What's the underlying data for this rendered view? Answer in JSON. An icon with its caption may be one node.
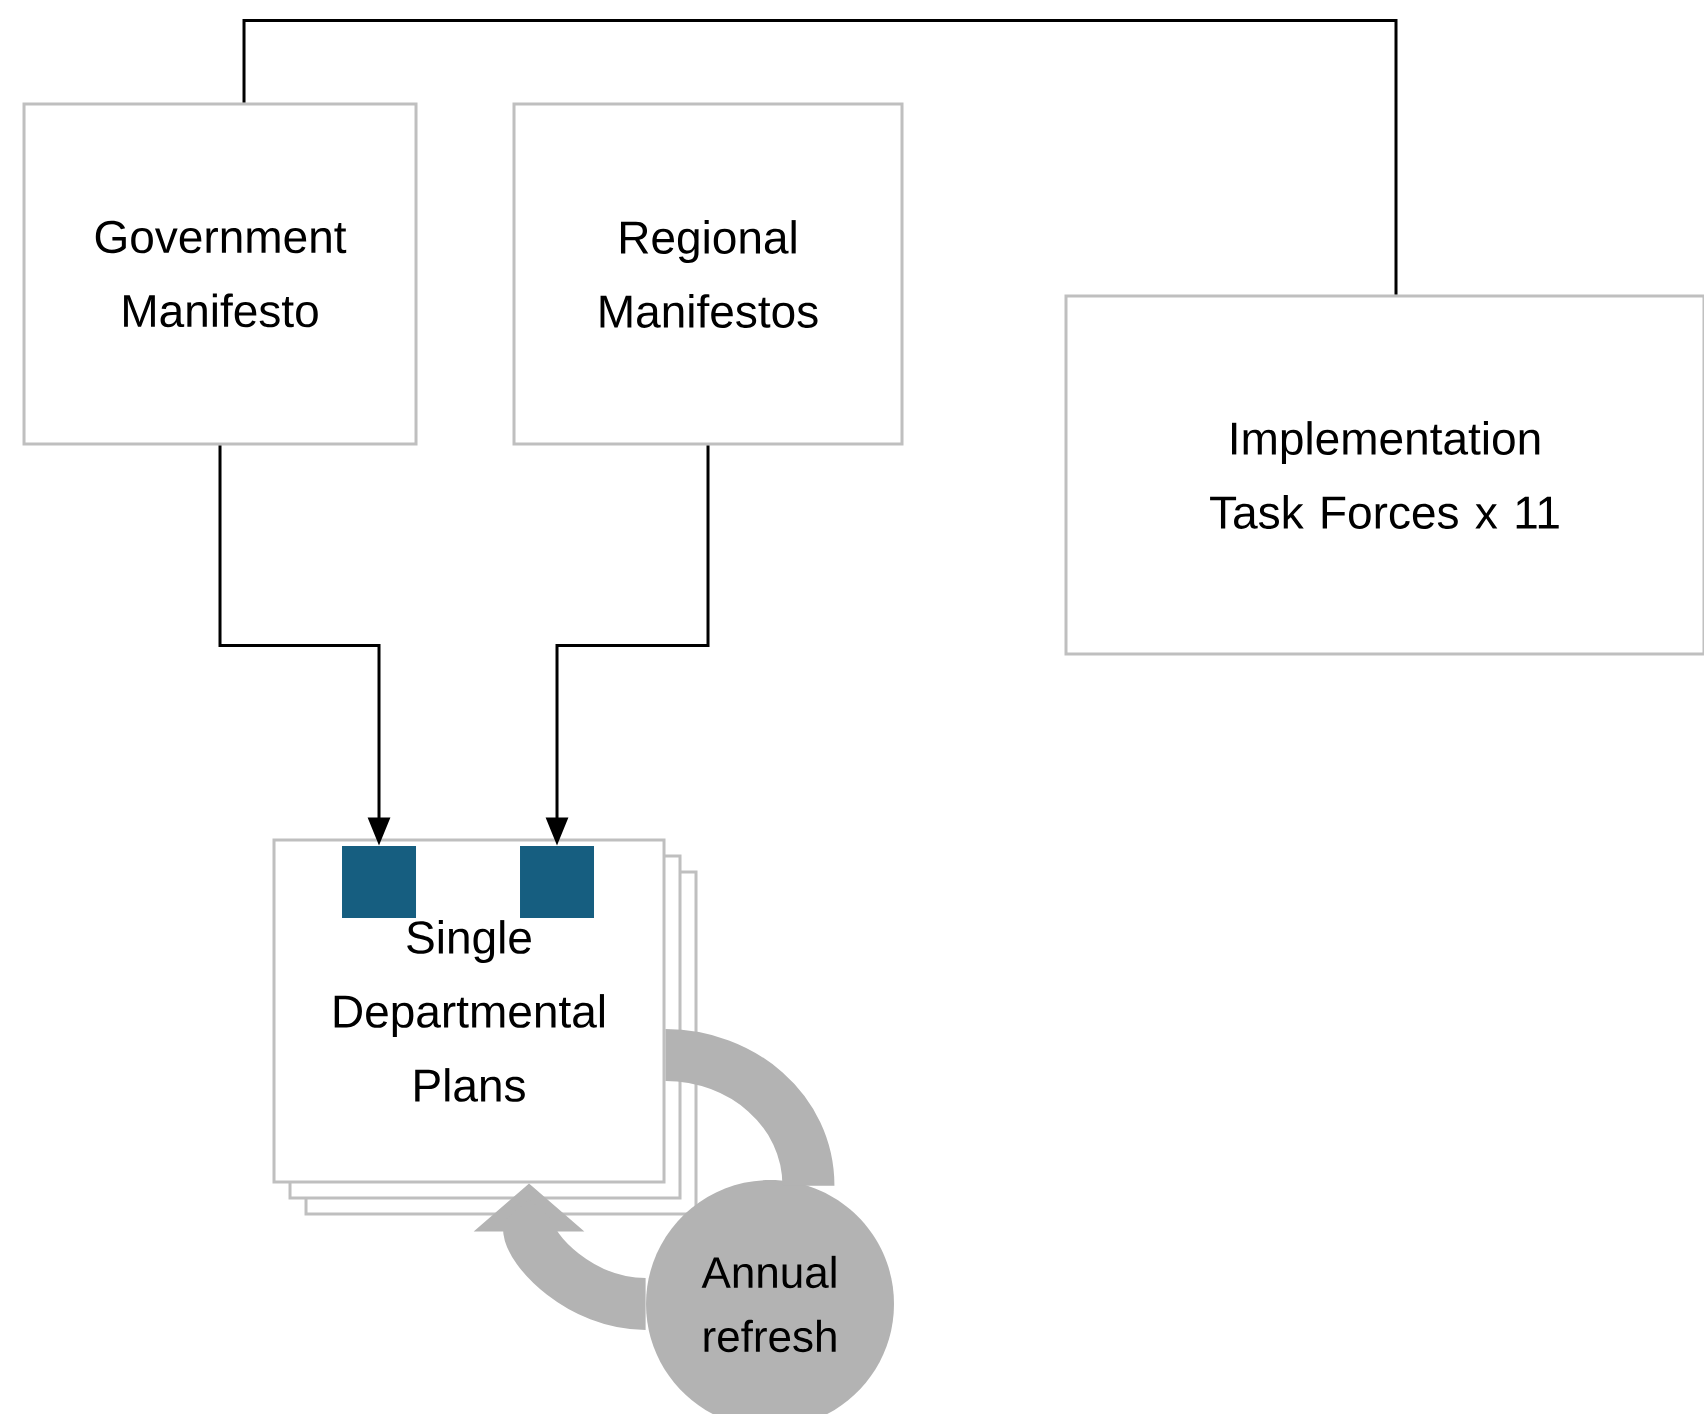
{
  "diagram": {
    "nodes": [
      {
        "text": [
          "Government Manifesto"
        ]
      },
      {
        "text": [
          "Regional Manifestos"
        ]
      },
      {
        "text": [
          "Implementation Task Forces x 11"
        ]
      },
      {
        "text": [
          "Single Departmental Plans"
        ]
      },
      {
        "text": [],
        "shape": "box",
        "in": 3
      },
      {
        "text": [],
        "shape": "box",
        "in": 3
      },
      {
        "text": [
          "Annual refresh"
        ]
      }
    ],
    "edges": [
      {
        "from": 0,
        "to": 2,
        "arrow": "none"
      },
      {
        "from": 0,
        "to": 4,
        "arrow": "to"
      },
      {
        "from": 1,
        "to": 5,
        "arrow": "to"
      },
      {
        "from": 3,
        "to": 6,
        "arrow": "none",
        "style": "thick",
        "color": "#b3b3b3"
      },
      {
        "from": 6,
        "to": 3,
        "arrow": "to",
        "style": "thick",
        "color": "#b3b3b3"
      }
    ]
  }
}
